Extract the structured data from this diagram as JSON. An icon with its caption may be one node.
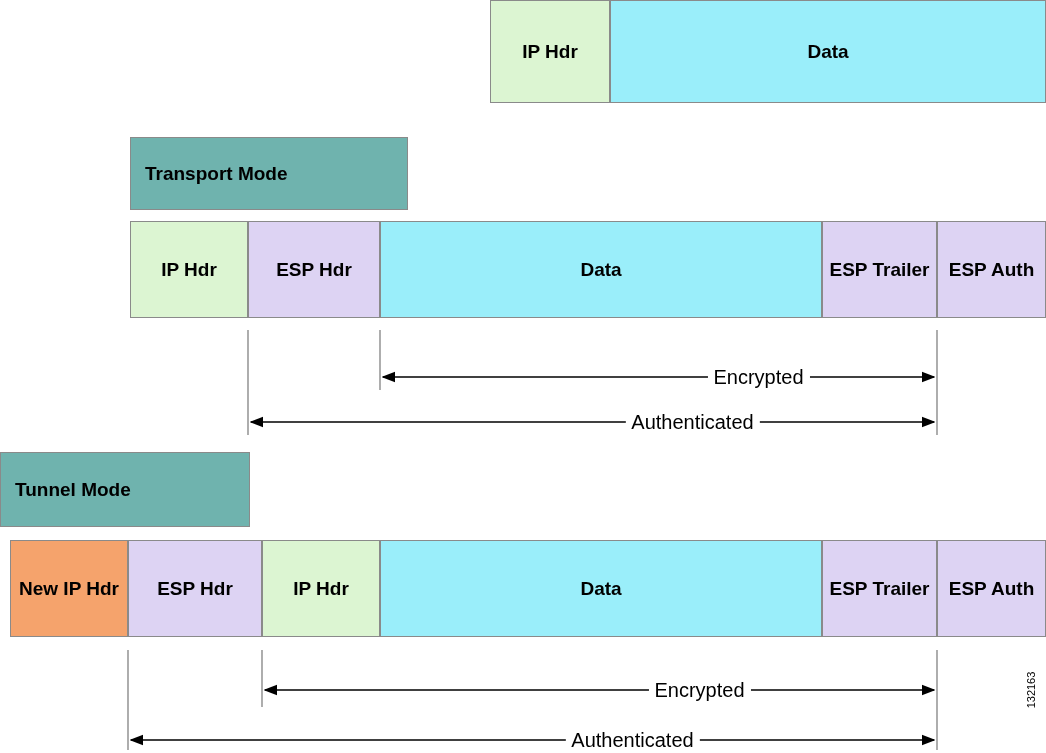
{
  "diagram": {
    "nodes": [
      {
        "text": [
          "IP Hdr"
        ]
      },
      {
        "text": [
          "Data"
        ]
      },
      {
        "text": [
          "Transport Mode"
        ]
      },
      {
        "text": [
          "IP Hdr"
        ]
      },
      {
        "text": [
          "ESP Hdr"
        ]
      },
      {
        "text": [
          "Data"
        ]
      },
      {
        "text": [
          "ESP Trailer"
        ]
      },
      {
        "text": [
          "ESP Auth"
        ]
      },
      {
        "text": [
          "Tunnel Mode"
        ]
      },
      {
        "text": [
          "New IP Hdr"
        ]
      },
      {
        "text": [
          "ESP Hdr"
        ]
      },
      {
        "text": [
          "IP Hdr"
        ]
      },
      {
        "text": [
          "Data"
        ]
      },
      {
        "text": [
          "ESP Trailer"
        ]
      },
      {
        "text": [
          "ESP Auth"
        ]
      }
    ],
    "edges": [],
    "labels": [
      "Encrypted",
      "Authenticated",
      "Encrypted",
      "Authenticated",
      "132163"
    ]
  }
}
